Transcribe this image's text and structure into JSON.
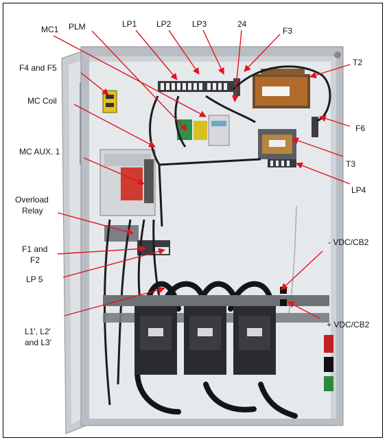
{
  "labels": {
    "mc1": "MC1",
    "plm": "PLM",
    "lp1": "LP1",
    "lp2": "LP2",
    "lp3": "LP3",
    "n24": "24",
    "f3": "F3",
    "f4f5": "F4 and F5",
    "t2": "T2",
    "mc_coil": "MC Coil",
    "f6": "F6",
    "mc_aux1": "MC AUX. 1",
    "t3": "T3",
    "lp4": "LP4",
    "overload_line1": "Overload",
    "overload_line2": "Relay",
    "vdc_cb2_minus": "- VDC/CB2",
    "f1f2_line1": "F1 and",
    "f1f2_line2": "F2",
    "lp5": "LP 5",
    "vdc_cb2_plus": "+ VDC/CB2",
    "l123_line1": "L1', L2'",
    "l123_line2": "and L3'"
  },
  "colors": {
    "arrow": "#e0141e",
    "cabinet_interior": "#e6e9ec",
    "cabinet_frame": "#b9bec4",
    "cable": "#1b1c20",
    "breaker": "#2a2b30",
    "fuse_yellow": "#e2c21c",
    "transformer": "#b06a2a"
  }
}
